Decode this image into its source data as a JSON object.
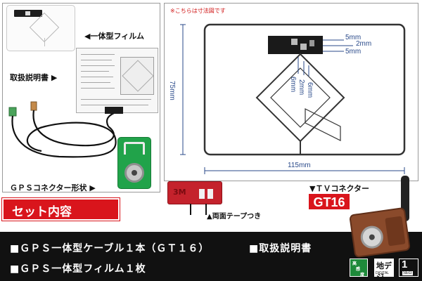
{
  "labels": {
    "film": "◀一体型フィルム",
    "manual": "取扱説明書 ▶",
    "gps_connector": "ＧＰＳコネクター形状 ▶",
    "tape": "▲両面テープつき",
    "tv_connector": "▼ＴＶコネクター",
    "tape_brand": "3M"
  },
  "dimensions": {
    "note": "※こちらは寸法図です",
    "width": "115mm",
    "height": "75mm",
    "chip_5mm_top": "5mm",
    "chip_2mm": "2mm",
    "chip_5mm_bottom": "5mm",
    "diag_6mm_a": "6mm",
    "diag_2mm": "2mm",
    "diag_6mm_b": "6mm"
  },
  "badge": {
    "model": "GT16"
  },
  "set_contents": {
    "title": "セット内容",
    "items": [
      "■ＧＰＳ一体型ケーブル１本（ＧＴ１６）",
      "■取扱説明書",
      "■ＧＰＳ一体型フィルム１枚"
    ]
  },
  "broadcast_badges": {
    "hd": [
      "高",
      "感",
      "度"
    ],
    "digital": "地デジ",
    "digital_sub": "DIGITAL",
    "oneseg": "1",
    "oneseg_sub": "SEG"
  },
  "colors": {
    "accent_red": "#d9151c",
    "dimension_blue": "#2a4a8a",
    "connector_green": "#21a34a",
    "connector_brown": "#8a4a2b"
  }
}
